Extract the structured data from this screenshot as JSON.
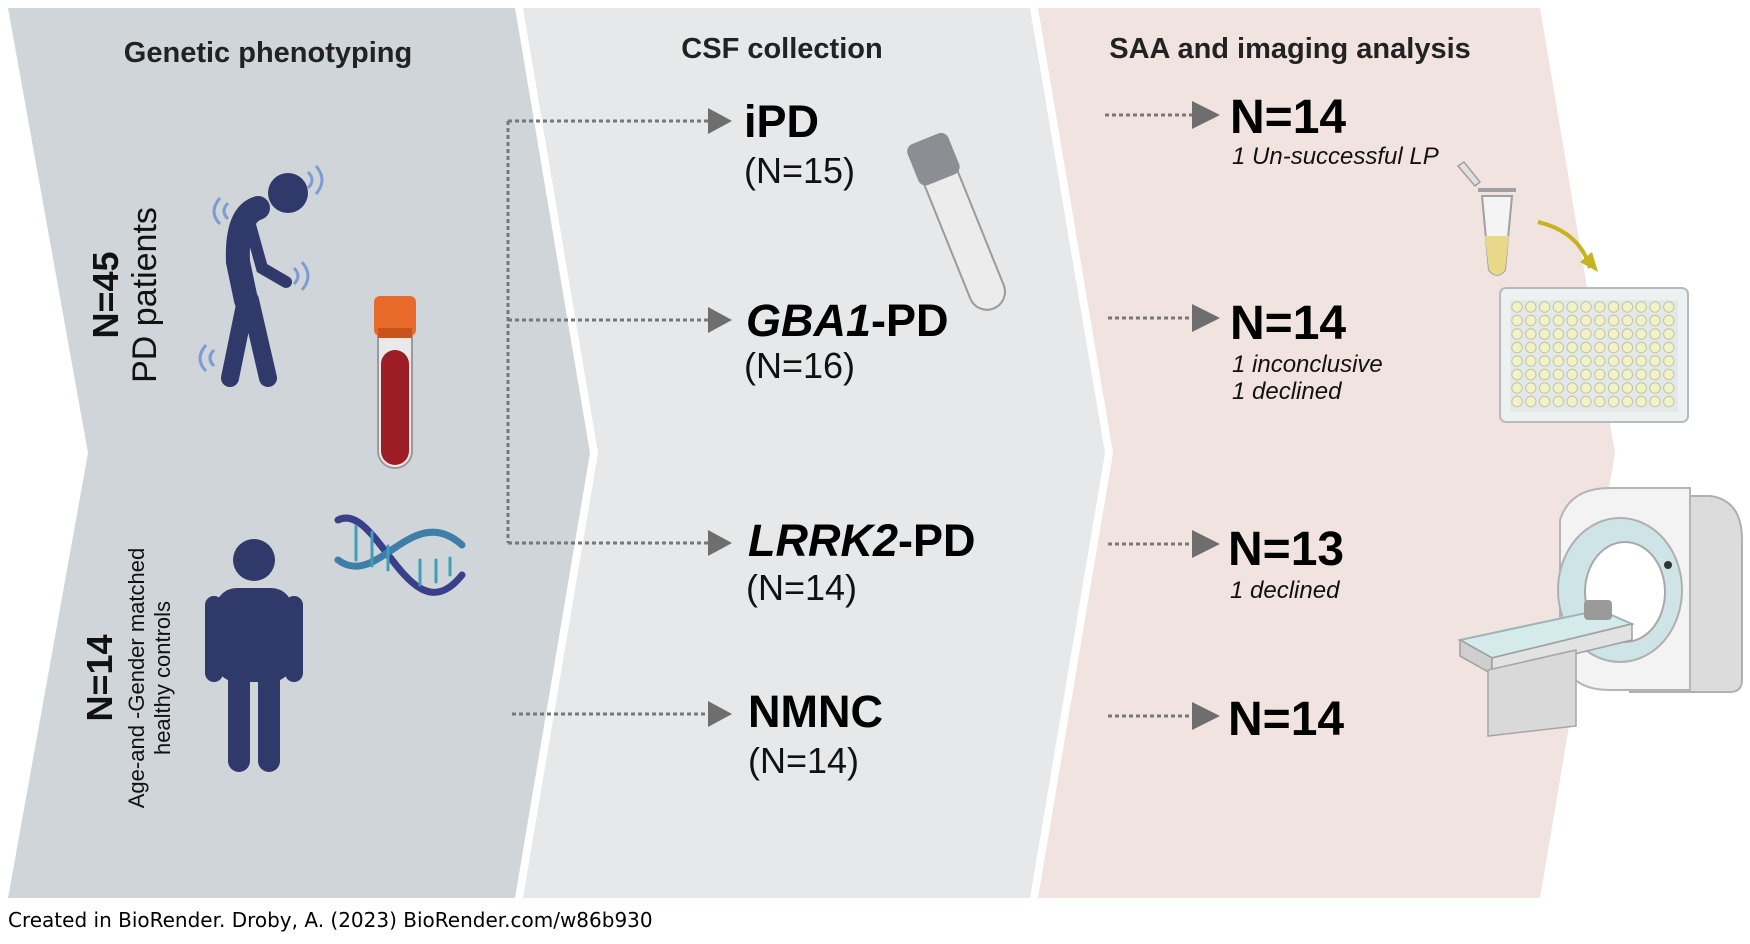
{
  "stages": {
    "genetic": "Genetic phenotyping",
    "csf": "CSF collection",
    "saa": "SAA and imaging analysis"
  },
  "cohorts": {
    "pd": {
      "count": "N=45",
      "label": "PD patients"
    },
    "hc": {
      "count": "N=14",
      "label_line1": "Age-and -Gender matched",
      "label_line2": "healthy controls"
    }
  },
  "groups": [
    {
      "name": "iPD",
      "gene": "",
      "suffix": "iPD",
      "n": "(N=15)",
      "result": "N=14",
      "notes": [
        "1 Un-successful LP"
      ]
    },
    {
      "name": "GBA1-PD",
      "gene": "GBA1",
      "suffix": "-PD",
      "n": "(N=16)",
      "result": "N=14",
      "notes": [
        "1 inconclusive",
        "1 declined"
      ]
    },
    {
      "name": "LRRK2-PD",
      "gene": "LRRK2",
      "suffix": "-PD",
      "n": "(N=14)",
      "result": "N=13",
      "notes": [
        "1 declined"
      ]
    },
    {
      "name": "NMNC",
      "gene": "",
      "suffix": "NMNC",
      "n": "(N=14)",
      "result": "N=14",
      "notes": []
    }
  ],
  "credit": "Created in BioRender. Droby, A. (2023) BioRender.com/w86b930",
  "colors": {
    "panel1": "#d0d5d9",
    "panel2": "#e6e8e9",
    "panel3": "#f1e4e0",
    "figure": "#2f3a6b",
    "arrow": "#6e6e6e"
  }
}
